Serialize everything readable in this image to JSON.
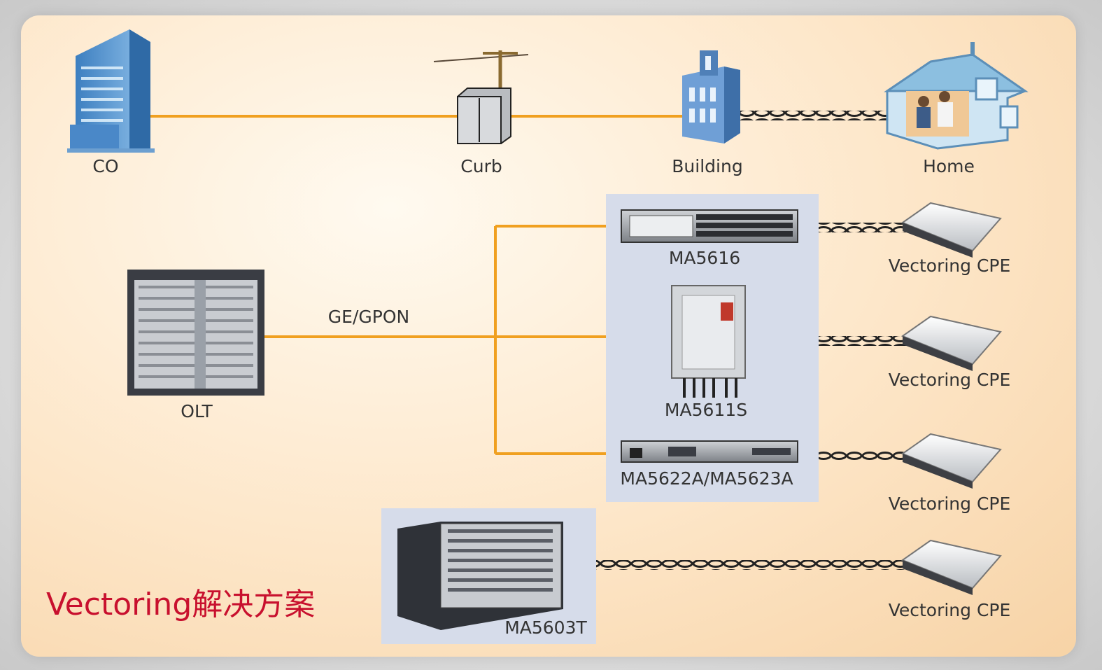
{
  "title": "Vectoring解决方案",
  "top_row": {
    "co": "CO",
    "curb": "Curb",
    "building": "Building",
    "home": "Home"
  },
  "olt": {
    "label": "OLT",
    "link_label": "GE/GPON"
  },
  "onus": [
    {
      "label": "MA5616"
    },
    {
      "label": "MA5611S"
    },
    {
      "label": "MA5622A/MA5623A"
    }
  ],
  "dslam": {
    "label": "MA5603T"
  },
  "cpes": [
    {
      "label": "Vectoring CPE"
    },
    {
      "label": "Vectoring CPE"
    },
    {
      "label": "Vectoring CPE"
    },
    {
      "label": "Vectoring CPE"
    }
  ],
  "colors": {
    "fiber_line": "#f0a020",
    "copper_twist": "#222222",
    "title_red": "#c8102e",
    "device_panel": "#d6dcea"
  }
}
